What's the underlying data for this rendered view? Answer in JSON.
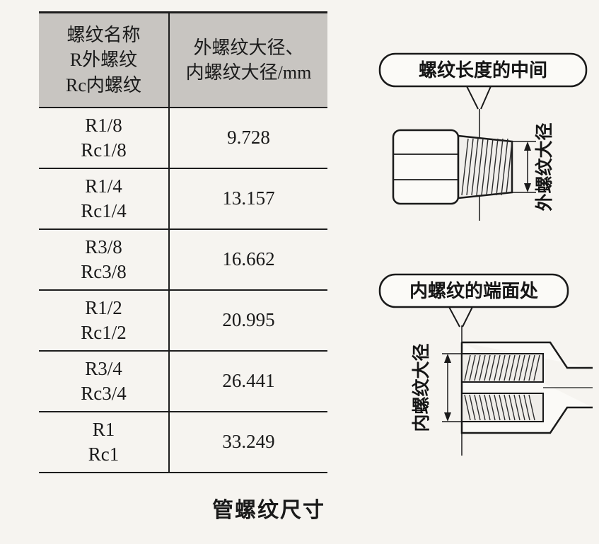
{
  "page": {
    "caption": "管螺纹尺寸"
  },
  "table": {
    "header": {
      "col1": "螺纹名称\nR外螺纹\nRc内螺纹",
      "col2": "外螺纹大径、\n内螺纹大径/mm"
    },
    "rows": [
      {
        "name": "R1/8\nRc1/8",
        "value": "9.728"
      },
      {
        "name": "R1/4\nRc1/4",
        "value": "13.157"
      },
      {
        "name": "R3/8\nRc3/8",
        "value": "16.662"
      },
      {
        "name": "R1/2\nRc1/2",
        "value": "20.995"
      },
      {
        "name": "R3/4\nRc3/4",
        "value": "26.441"
      },
      {
        "name": "R1\nRc1",
        "value": "33.249"
      }
    ]
  },
  "diagrams": {
    "external": {
      "callout": "螺纹长度的中间",
      "dim_label": "外螺纹大径"
    },
    "internal": {
      "callout": "内螺纹的端面处",
      "dim_label": "内螺纹大径"
    }
  },
  "colors": {
    "ink": "#1d1d1d",
    "header_gray": "#c8c5c1",
    "paper": "#f6f4f0"
  }
}
